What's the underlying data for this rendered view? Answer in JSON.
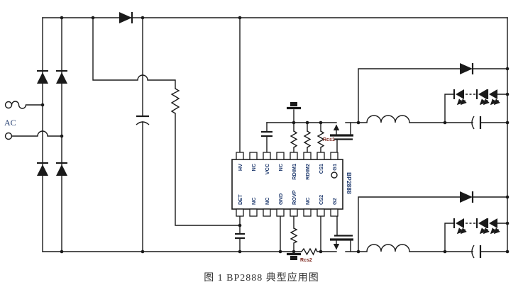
{
  "figure": {
    "caption": "图 1 BP2888 典型应用图"
  },
  "source": {
    "label": "AC"
  },
  "ic": {
    "part_number": "BP2888",
    "top_pins": [
      "HV",
      "NC",
      "VCC",
      "NC",
      "RDIM1",
      "RDIM2",
      "CS1",
      "G1"
    ],
    "bottom_pins": [
      "DET",
      "NC",
      "NC",
      "GND",
      "ROVP",
      "NC",
      "CS2",
      "G2"
    ]
  },
  "resistors": {
    "rcs1": "Rcs1",
    "rcs2": "Rcs2"
  },
  "colors": {
    "wire": "#1a1a1a",
    "pin_text": "#1f3a6e",
    "resistor_label": "#7b241c",
    "caption_text": "#333333",
    "background": "#ffffff"
  }
}
